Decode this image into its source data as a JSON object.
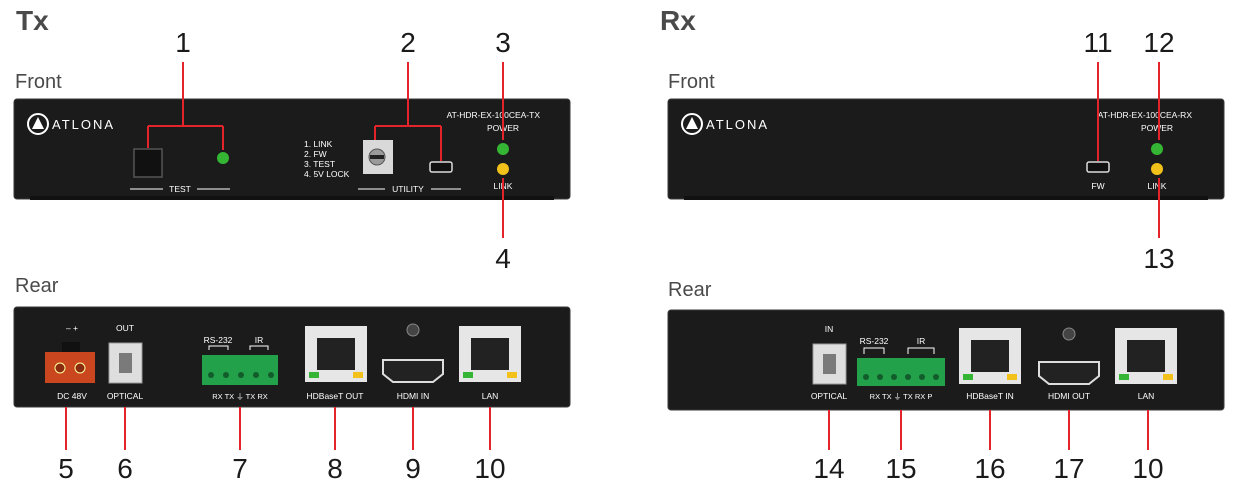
{
  "tx": {
    "heading": "Tx",
    "front": {
      "section": "Front",
      "brand": "ATLONA",
      "model": "AT-HDR-EX-100CEA-TX",
      "power": "POWER",
      "link": "LINK",
      "test": "TEST",
      "utility": "UTILITY",
      "modes": [
        "1. LINK",
        "2. FW",
        "3. TEST",
        "4. 5V LOCK"
      ],
      "callouts": [
        "1",
        "2",
        "3",
        "4"
      ]
    },
    "rear": {
      "section": "Rear",
      "polarity": "–  +",
      "out": "OUT",
      "dc": "DC 48V",
      "optical": "OPTICAL",
      "rs232": "RS-232",
      "ir": "IR",
      "pins": "RX  TX  ⏚  TX  RX",
      "hdbaset": "HDBaseT OUT",
      "hdmi": "HDMI IN",
      "lan": "LAN",
      "callouts": [
        "5",
        "6",
        "7",
        "8",
        "9",
        "10"
      ]
    }
  },
  "rx": {
    "heading": "Rx",
    "front": {
      "section": "Front",
      "brand": "ATLONA",
      "model": "AT-HDR-EX-100CEA-RX",
      "power": "POWER",
      "link": "LINK",
      "fw": "FW",
      "callouts": [
        "11",
        "12",
        "13"
      ]
    },
    "rear": {
      "section": "Rear",
      "in": "IN",
      "optical": "OPTICAL",
      "rs232": "RS-232",
      "ir": "IR",
      "pins": "RX  TX  ⏚  TX  RX  P",
      "hdbaset": "HDBaseT IN",
      "hdmi": "HDMI OUT",
      "lan": "LAN",
      "callouts": [
        "14",
        "15",
        "16",
        "17",
        "10"
      ]
    }
  },
  "colors": {
    "leader": "#e5232b",
    "panel": "#1b1b1b",
    "led_green": "#35b534",
    "led_yellow": "#f2c21b",
    "terminal_green": "#22a04a",
    "power_connector": "#c9461f"
  }
}
